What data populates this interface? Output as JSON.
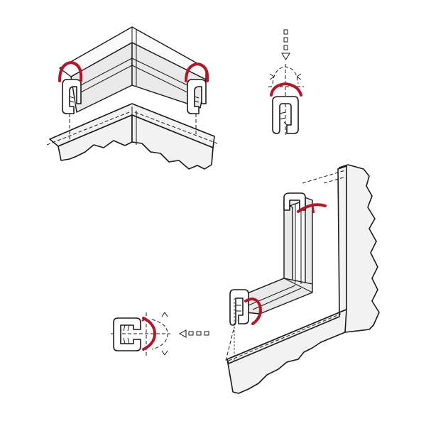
{
  "figure": {
    "title": "",
    "colors": {
      "line": "#1a1a1a",
      "seal_accent": "#b0182a",
      "surface": "#f2f2f2",
      "background": "#ffffff"
    },
    "panels": [
      {
        "id": "outer-corner-installation",
        "arrow": "down"
      },
      {
        "id": "inner-corner-installation",
        "arrow": "left"
      }
    ]
  }
}
